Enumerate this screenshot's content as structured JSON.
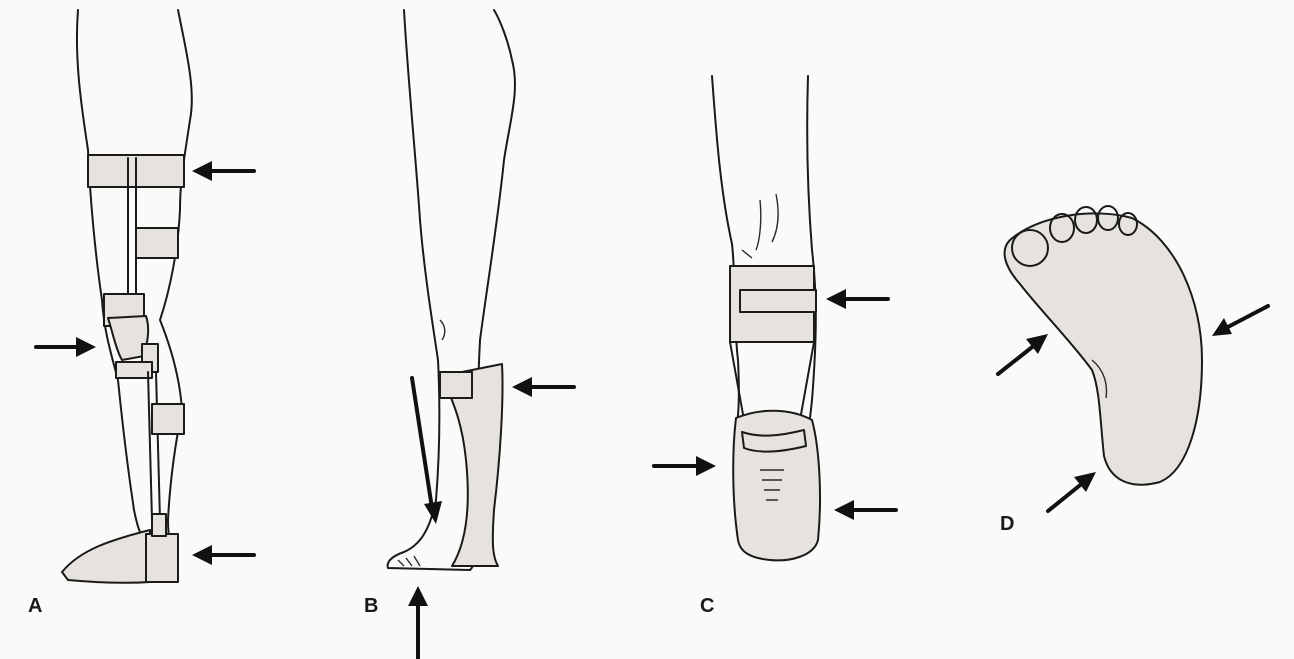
{
  "panels": [
    {
      "label": "A"
    },
    {
      "label": "B"
    },
    {
      "label": "C"
    },
    {
      "label": "D"
    }
  ],
  "colors": {
    "paper": "#fbfaf8",
    "ink": "#1a1a1a",
    "brace_fill": "#e6e3de"
  }
}
